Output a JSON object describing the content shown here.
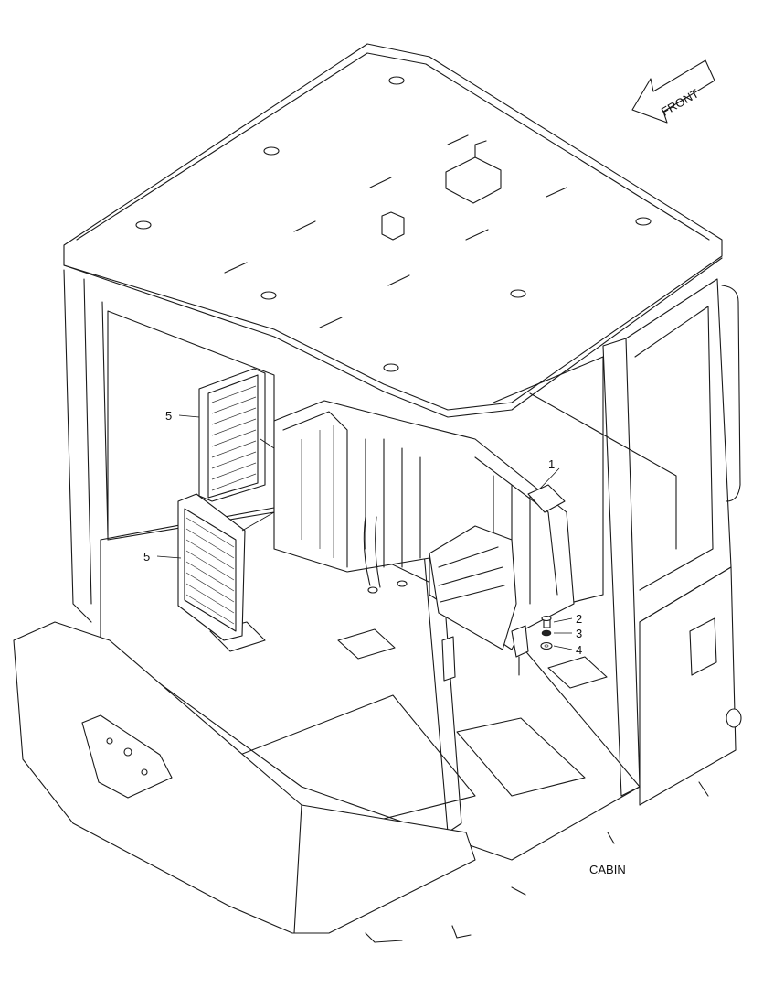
{
  "labels": {
    "front": "FRONT",
    "cabin": "CABIN",
    "callout_1": "1",
    "callout_2": "2",
    "callout_3": "3",
    "callout_4": "4",
    "callout_5_upper": "5",
    "callout_5_lower": "5"
  }
}
